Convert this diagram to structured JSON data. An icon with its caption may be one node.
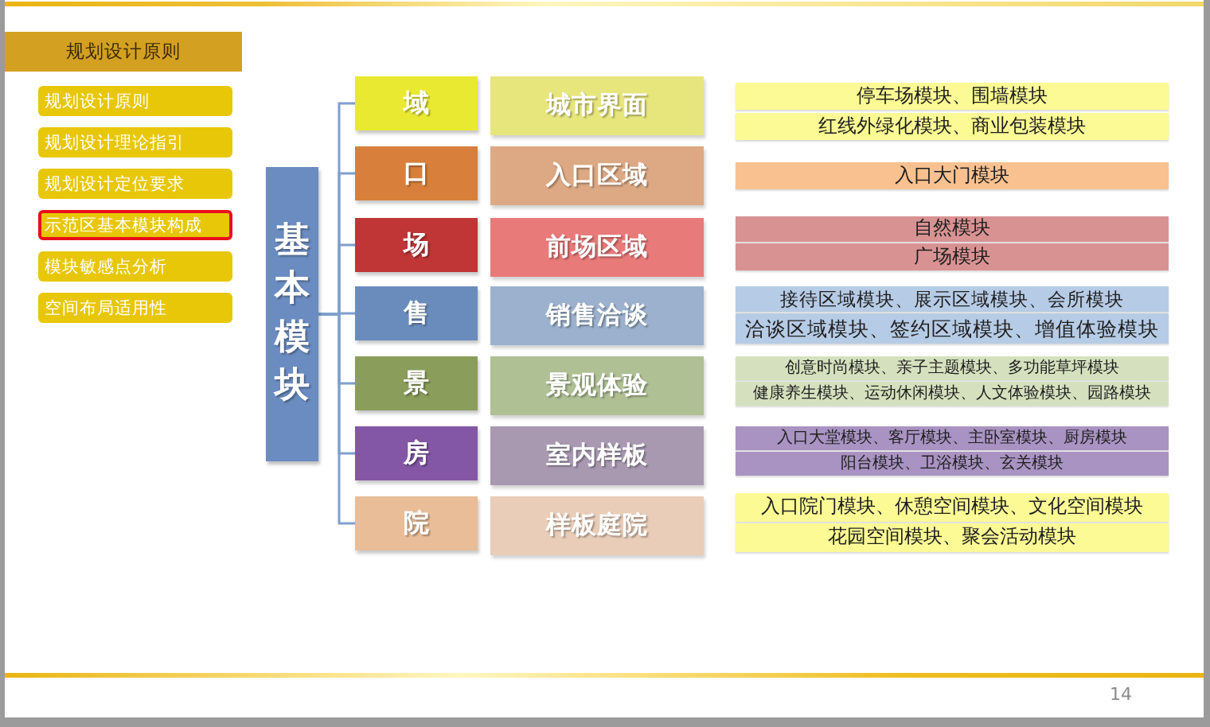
{
  "diagram": {
    "nodes": [
      {
        "text": [
          "规划设计原则"
        ]
      },
      {
        "text": [
          "规划设计原则"
        ]
      },
      {
        "text": [
          "规划设计理论指引"
        ]
      },
      {
        "text": [
          "规划设计定位要求"
        ]
      },
      {
        "text": [
          "示范区基本模块构成"
        ]
      },
      {
        "text": [
          "模块敏感点分析"
        ]
      },
      {
        "text": [
          "空间布局适用性"
        ]
      },
      {
        "text": [
          "基本模块"
        ]
      },
      {
        "text": [
          "域"
        ]
      },
      {
        "text": [
          "口"
        ]
      },
      {
        "text": [
          "场"
        ]
      },
      {
        "text": [
          "售"
        ]
      },
      {
        "text": [
          "景"
        ]
      },
      {
        "text": [
          "房"
        ]
      },
      {
        "text": [
          "院"
        ]
      },
      {
        "text": [
          "城市界面"
        ]
      },
      {
        "text": [
          "入口区域"
        ]
      },
      {
        "text": [
          "前场区域"
        ]
      },
      {
        "text": [
          "销售洽谈"
        ]
      },
      {
        "text": [
          "景观体验"
        ]
      },
      {
        "text": [
          "室内样板"
        ]
      },
      {
        "text": [
          "样板庭院"
        ]
      },
      {
        "text": [
          "停车场模块、围墙模块"
        ]
      },
      {
        "text": [
          "红线外绿化模块、商业包装模块"
        ]
      },
      {
        "text": [
          "入口大门模块"
        ]
      },
      {
        "text": [
          "自然模块"
        ]
      },
      {
        "text": [
          "广场模块"
        ]
      },
      {
        "text": [
          "接待区域模块、展示区域模块、会所模块"
        ]
      },
      {
        "text": [
          "洽谈区域模块、签约区域模块、增值体验模块"
        ]
      },
      {
        "text": [
          "创意时尚模块、亲子主题模块、多功能草坪模块"
        ]
      },
      {
        "text": [
          "健康养生模块、运动休闲模块、人文体验模块、园路模块"
        ]
      },
      {
        "text": [
          "入口大堂模块、客厅模块、主卧室模块、厨房模块"
        ]
      },
      {
        "text": [
          "阳台模块、卫浴模块、玄关模块"
        ]
      },
      {
        "text": [
          "入口院门模块、休憩空间模块、文化空间模块"
        ]
      },
      {
        "text": [
          "花园空间模块、聚会活动模块"
        ]
      }
    ],
    "edges": [
      {
        "from": 7,
        "to": 8,
        "arrow": "none"
      },
      {
        "from": 7,
        "to": 9,
        "arrow": "none"
      },
      {
        "from": 7,
        "to": 10,
        "arrow": "none"
      },
      {
        "from": 7,
        "to": 11,
        "arrow": "none"
      },
      {
        "from": 7,
        "to": 12,
        "arrow": "none"
      },
      {
        "from": 7,
        "to": 13,
        "arrow": "none"
      },
      {
        "from": 7,
        "to": 14,
        "arrow": "none"
      }
    ],
    "labels": [
      "14"
    ]
  }
}
